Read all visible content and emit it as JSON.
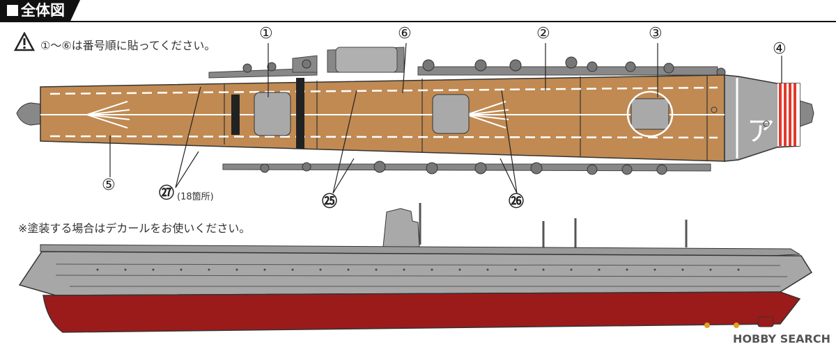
{
  "header": {
    "title": "全体図"
  },
  "notes": {
    "order": "①〜⑥は番号順に貼ってください。",
    "paint": "※塗装する場合はデカールをお使いください。",
    "count": "(18箇所)"
  },
  "callouts": {
    "c1": "①",
    "c2": "②",
    "c3": "③",
    "c4": "④",
    "c5": "⑤",
    "c6": "⑥",
    "c25": "㉕",
    "c26": "㉖",
    "c27": "㉗"
  },
  "deck_mark": "ア",
  "watermark": "HOBBY SEARCH",
  "colors": {
    "deck": "#c08a52",
    "gray": "#a7a7a7",
    "hull_red": "#9b1b1b",
    "stripe_red": "#e23a2a",
    "line": "#333333"
  }
}
